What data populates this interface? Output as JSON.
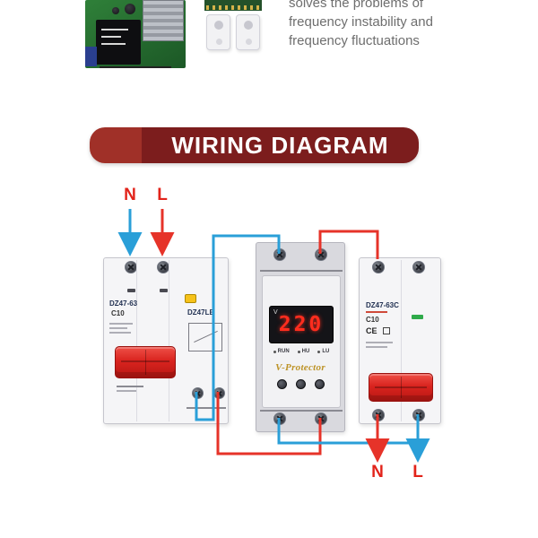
{
  "intro": {
    "line1": "solves the problems of",
    "line2": "frequency instability and",
    "line3": "frequency fluctuations"
  },
  "banner": {
    "title": "WIRING DIAGRAM"
  },
  "labels": {
    "top_n": "N",
    "top_l": "L",
    "bottom_n": "N",
    "bottom_l": "L"
  },
  "left_breaker": {
    "model": "DZ47-63",
    "rating": "C10",
    "module": "DZ47LE"
  },
  "protector": {
    "brand": "V-Protector",
    "display_value": "220",
    "display_unit": "V",
    "indicators": [
      "RUN",
      "HU",
      "LU"
    ]
  },
  "right_breaker": {
    "model": "DZ47-63C",
    "rating": "C10",
    "cert": "CE"
  },
  "colors": {
    "wire_live": "#e63329",
    "wire_neutral": "#2a9fd8",
    "banner_dark": "#7c1d1d",
    "banner_accent": "#a03028",
    "label_red": "#e2231a",
    "toggle_red": "#d9241f",
    "display_red": "#ff2d1e"
  }
}
